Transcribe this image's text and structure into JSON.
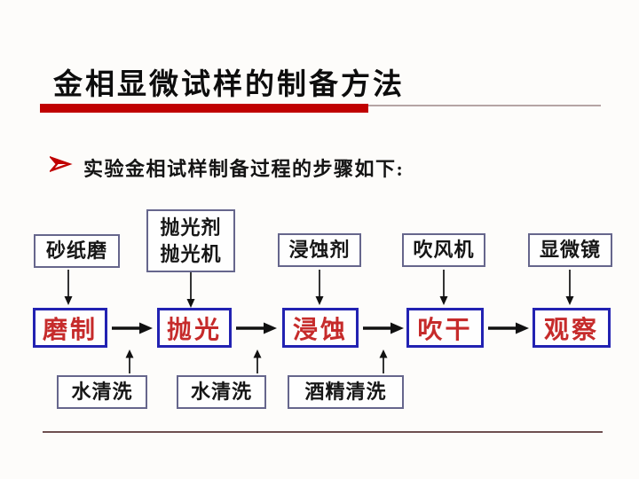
{
  "slide": {
    "title": "金相显微试样的制备方法",
    "bullet_icon": "red-arrow-bullet",
    "bullet_text": "实验金相试样制备过程的步骤如下:"
  },
  "flowchart": {
    "tools": [
      {
        "label": "砂纸磨"
      },
      {
        "label": "抛光剂\n抛光机"
      },
      {
        "label": "浸蚀剂"
      },
      {
        "label": "吹风机"
      },
      {
        "label": "显微镜"
      }
    ],
    "steps": [
      {
        "label": "磨制"
      },
      {
        "label": "抛光"
      },
      {
        "label": "浸蚀"
      },
      {
        "label": "吹干"
      },
      {
        "label": "观察"
      }
    ],
    "cleaning": [
      {
        "label": "水清洗"
      },
      {
        "label": "水清洗"
      },
      {
        "label": "酒精清洗"
      }
    ],
    "connections": {
      "tools_to_steps": [
        "砂纸磨→磨制",
        "抛光剂抛光机→抛光",
        "浸蚀剂→浸蚀",
        "吹风机→吹干",
        "显微镜→观察"
      ],
      "step_sequence": [
        "磨制→抛光",
        "抛光→浸蚀",
        "浸蚀→吹干",
        "吹干→观察"
      ],
      "cleaning_to_flow": [
        "水清洗→磨制与抛光之间",
        "水清洗→抛光与浸蚀之间",
        "酒精清洗→浸蚀与吹干之间"
      ]
    }
  },
  "colors": {
    "accent_red_bar": "#c00000",
    "thin_line": "#b5a4a4",
    "step_text_red": "#c62b2b",
    "step_border_blue": "#2222b2",
    "plain_box_border": "#66668c",
    "bottom_line": "#6e5050",
    "text_black": "#141414",
    "background": "#fdfcfa"
  }
}
